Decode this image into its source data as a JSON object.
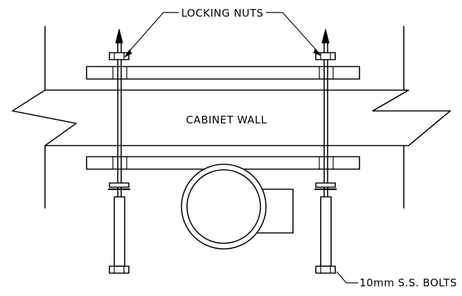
{
  "diagram": {
    "labels": {
      "locking_nuts": "LOCKING NUTS",
      "cabinet_wall": "CABINET WALL",
      "bolts": "10mm S.S. BOLTS"
    }
  }
}
